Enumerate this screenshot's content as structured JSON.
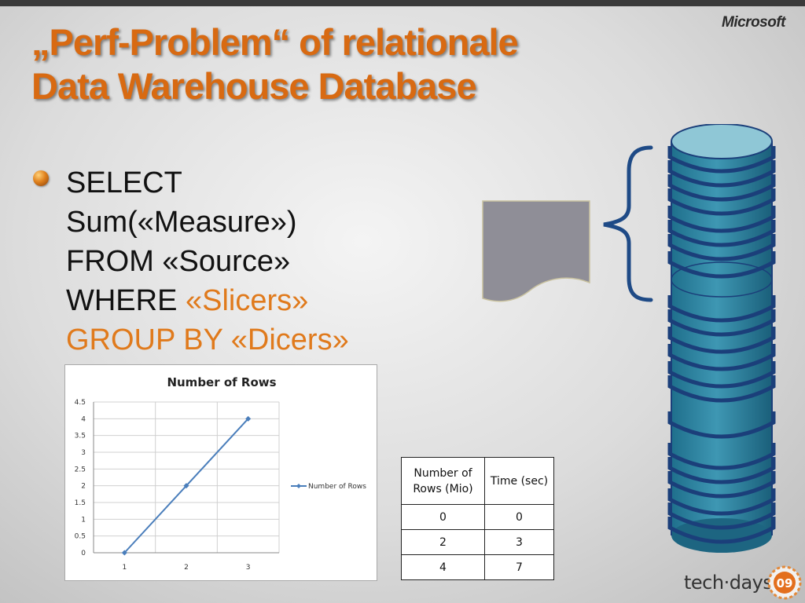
{
  "slide": {
    "title_line1": "„Perf-Problem“ of relationale",
    "title_line2": "Data Warehouse Database",
    "brand": "Microsoft",
    "bullet": {
      "select": "SELECT",
      "measure": "Sum(«Measure»)",
      "from": "FROM «Source»",
      "where": "WHERE ",
      "slicers": "«Slicers»",
      "group_by": "GROUP BY «Dicers»"
    },
    "footer_logo": "tech·days",
    "footer_badge": "09"
  },
  "table": {
    "headers": [
      "Number of Rows (Mio)",
      "Time (sec)"
    ],
    "rows": [
      [
        "0",
        "0"
      ],
      [
        "2",
        "3"
      ],
      [
        "4",
        "7"
      ]
    ]
  },
  "colors": {
    "title": "#d86a12",
    "highlight": "#e07a1c",
    "series": "#4a7ebb",
    "cylinder": "#2f7f9a",
    "ring": "#1b3f7a"
  },
  "chart_data": {
    "type": "line",
    "title": "Number of Rows",
    "x": [
      1,
      2,
      3
    ],
    "series": [
      {
        "name": "Number of Rows",
        "values": [
          0,
          2,
          4
        ]
      }
    ],
    "yticks": [
      "0",
      "0.5",
      "1",
      "1.5",
      "2",
      "2.5",
      "3",
      "3.5",
      "4",
      "4.5"
    ],
    "xticks": [
      "1",
      "2",
      "3"
    ],
    "ylim": [
      0,
      4.5
    ],
    "grid": true,
    "legend": "right"
  }
}
